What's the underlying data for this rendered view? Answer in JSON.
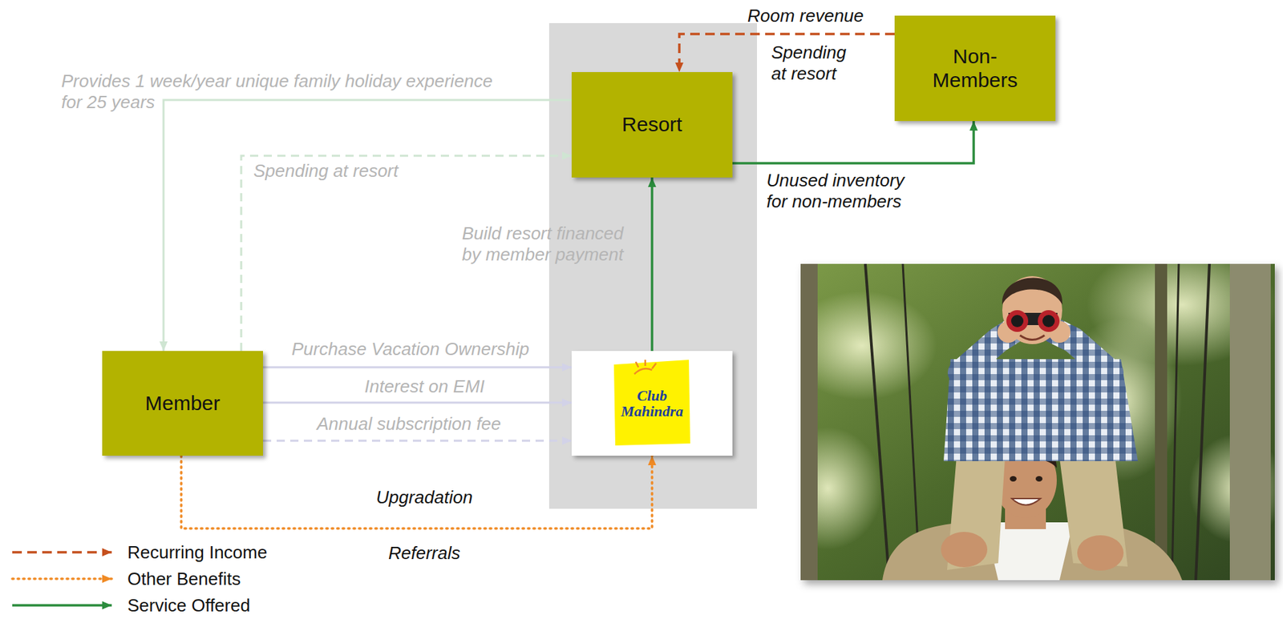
{
  "diagram": {
    "nodes": [
      {
        "text": [
          "Resort"
        ]
      },
      {
        "text": [
          "Non- Members"
        ]
      },
      {
        "text": [
          "Member"
        ]
      },
      {
        "text": [
          "Club Mahindra"
        ]
      }
    ],
    "edges": [
      {
        "from": 0,
        "to": 2,
        "arrow": "to",
        "label": "Provides 1 week/year unique family holiday experience for 25 years"
      },
      {
        "from": 2,
        "to": 0,
        "arrow": "to",
        "label": "Spending at resort"
      },
      {
        "from": 2,
        "to": 3,
        "arrow": "to",
        "label": "Purchase Vacation Ownership"
      },
      {
        "from": 2,
        "to": 3,
        "arrow": "to",
        "label": "Interest on EMI"
      },
      {
        "from": 2,
        "to": 3,
        "arrow": "to",
        "label": "Annual subscription fee"
      },
      {
        "from": 2,
        "to": 3,
        "arrow": "to",
        "label": "Upgradation"
      },
      {
        "from": 3,
        "to": 0,
        "arrow": "to",
        "label": "Build resort financed by member payment"
      },
      {
        "from": 0,
        "to": 1,
        "arrow": "to",
        "label": "Unused inventory for non-members"
      },
      {
        "from": 1,
        "to": 0,
        "arrow": "to",
        "label": "Room revenue"
      }
    ],
    "labels": [
      "Spending at resort",
      "Referrals"
    ],
    "legend": [
      {
        "text": "Recurring Income"
      },
      {
        "text": "Other Benefits"
      },
      {
        "text": "Service Offered"
      }
    ]
  }
}
